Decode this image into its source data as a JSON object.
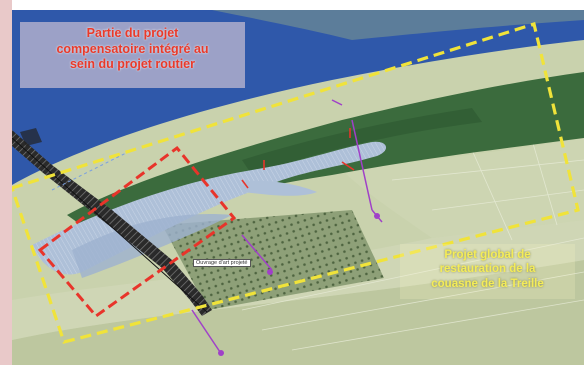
{
  "callouts": {
    "red": {
      "line1": "Partie du projet",
      "line2": "compensatoire intégré au",
      "line3": "sein du projet routier",
      "color": "#ea3a2a"
    },
    "yellow": {
      "line1": "Projet global de",
      "line2": "restauration de la",
      "line3": "couasne de la Treille",
      "color": "#f4ec58"
    }
  },
  "map_label": "Ouvrage d'art projeté",
  "colors": {
    "river": "#2d55a8",
    "backwater": "#a8bcd6",
    "forest": "#3a6a3a",
    "fields": "#c7cfae",
    "zone_red": "#e8342a",
    "zone_yellow": "#f0e33a",
    "road": "#1a1a1a"
  },
  "icons": [
    "river-channel",
    "road-bridge-hatched",
    "survey-marker-icon"
  ]
}
